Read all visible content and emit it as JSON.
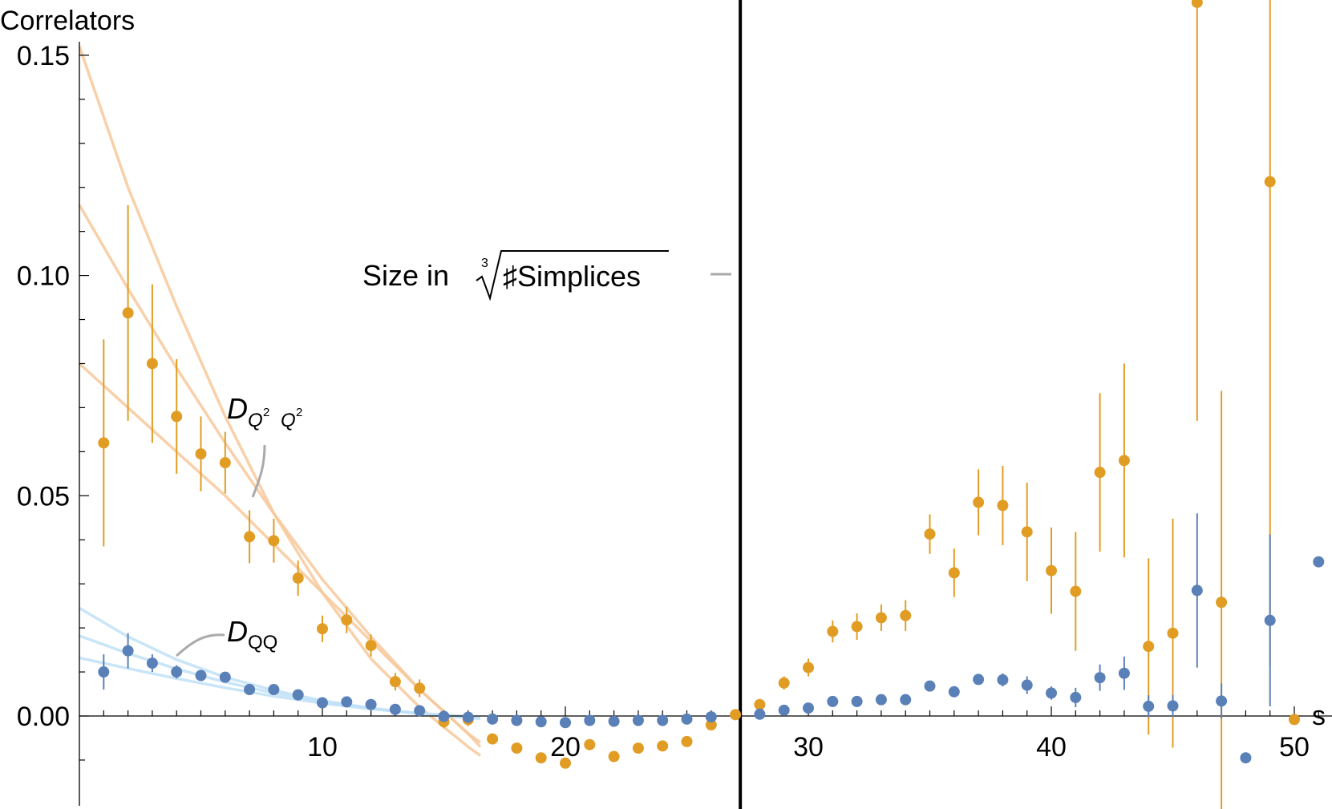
{
  "chart_data": {
    "type": "scatter",
    "ylabel": "Correlators",
    "xlabel": "s",
    "xlim": [
      0,
      51.5
    ],
    "ylim": [
      -0.02,
      0.163
    ],
    "x_ticks": [
      10,
      20,
      30,
      40,
      50
    ],
    "x_tick_labels": [
      "10",
      "20",
      "30",
      "40",
      "50"
    ],
    "y_ticks": [
      0.0,
      0.05,
      0.1,
      0.15
    ],
    "y_tick_labels": [
      "0.00",
      "0.05",
      "0.10",
      "0.15"
    ],
    "grid": false,
    "legend": "none",
    "vertical_line_x": 27.2,
    "annotation_size": {
      "prefix": "Size in",
      "radical_index": "3",
      "radicand": "♯Simplices"
    },
    "label_dqq": {
      "main": "D",
      "sub": "QQ"
    },
    "label_dq2q2": {
      "main": "D",
      "sub1": "Q",
      "sup1": "2",
      "sub2": "Q",
      "sup2": "2"
    },
    "series": [
      {
        "color": "#e19c24",
        "points": [
          {
            "x": 1,
            "y": 0.062,
            "err": 0.0235
          },
          {
            "x": 2,
            "y": 0.0915,
            "err": 0.0245
          },
          {
            "x": 3,
            "y": 0.08,
            "err": 0.018
          },
          {
            "x": 4,
            "y": 0.068,
            "err": 0.013
          },
          {
            "x": 5,
            "y": 0.0595,
            "err": 0.0085
          },
          {
            "x": 6,
            "y": 0.0575,
            "err": 0.007
          },
          {
            "x": 7,
            "y": 0.0407,
            "err": 0.006
          },
          {
            "x": 8,
            "y": 0.0398,
            "err": 0.005
          },
          {
            "x": 9,
            "y": 0.0313,
            "err": 0.004
          },
          {
            "x": 10,
            "y": 0.0198,
            "err": 0.003
          },
          {
            "x": 11,
            "y": 0.0218,
            "err": 0.003
          },
          {
            "x": 12,
            "y": 0.016,
            "err": 0.0025
          },
          {
            "x": 13,
            "y": 0.0078,
            "err": 0.002
          },
          {
            "x": 14,
            "y": 0.0063,
            "err": 0.002
          },
          {
            "x": 15,
            "y": -0.0013,
            "err": 0.0015
          },
          {
            "x": 16,
            "y": -0.0008,
            "err": 0.0015
          },
          {
            "x": 17,
            "y": -0.0052,
            "err": 0.001
          },
          {
            "x": 18,
            "y": -0.0073,
            "err": 0.001
          },
          {
            "x": 19,
            "y": -0.0095,
            "err": 0.001
          },
          {
            "x": 20,
            "y": -0.0107,
            "err": 0.001
          },
          {
            "x": 21,
            "y": -0.0065,
            "err": 0.001
          },
          {
            "x": 22,
            "y": -0.0092,
            "err": 0.001
          },
          {
            "x": 23,
            "y": -0.0073,
            "err": 0.001
          },
          {
            "x": 24,
            "y": -0.0068,
            "err": 0.001
          },
          {
            "x": 25,
            "y": -0.0058,
            "err": 0.001
          },
          {
            "x": 26,
            "y": -0.002,
            "err": 0.001
          },
          {
            "x": 27,
            "y": 0.0003,
            "err": 0.001
          },
          {
            "x": 28,
            "y": 0.0026,
            "err": 0.001
          },
          {
            "x": 29,
            "y": 0.0075,
            "err": 0.0015
          },
          {
            "x": 30,
            "y": 0.011,
            "err": 0.002
          },
          {
            "x": 31,
            "y": 0.0192,
            "err": 0.0025
          },
          {
            "x": 32,
            "y": 0.0203,
            "err": 0.003
          },
          {
            "x": 33,
            "y": 0.0223,
            "err": 0.003
          },
          {
            "x": 34,
            "y": 0.0228,
            "err": 0.0035
          },
          {
            "x": 35,
            "y": 0.0413,
            "err": 0.0045
          },
          {
            "x": 36,
            "y": 0.0325,
            "err": 0.0055
          },
          {
            "x": 37,
            "y": 0.0485,
            "err": 0.0075
          },
          {
            "x": 38,
            "y": 0.0478,
            "err": 0.009
          },
          {
            "x": 39,
            "y": 0.0418,
            "err": 0.0112
          },
          {
            "x": 40,
            "y": 0.033,
            "err": 0.0098
          },
          {
            "x": 41,
            "y": 0.0283,
            "err": 0.0135
          },
          {
            "x": 42,
            "y": 0.0553,
            "err": 0.018
          },
          {
            "x": 43,
            "y": 0.058,
            "err": 0.022
          },
          {
            "x": 44,
            "y": 0.0158,
            "err": 0.02
          },
          {
            "x": 45,
            "y": 0.0188,
            "err": 0.026
          },
          {
            "x": 46,
            "y": 0.162,
            "err": 0.095
          },
          {
            "x": 47,
            "y": 0.0258,
            "err": 0.048
          },
          {
            "x": 49,
            "y": 0.1213,
            "err": 0.11
          },
          {
            "x": 50,
            "y": -0.0008,
            "err": 0.001
          }
        ]
      },
      {
        "color": "#5a80b8",
        "points": [
          {
            "x": 1,
            "y": 0.01,
            "err": 0.004
          },
          {
            "x": 2,
            "y": 0.0148,
            "err": 0.004
          },
          {
            "x": 3,
            "y": 0.012,
            "err": 0.002
          },
          {
            "x": 4,
            "y": 0.01,
            "err": 0.0015
          },
          {
            "x": 5,
            "y": 0.0092,
            "err": 0.001
          },
          {
            "x": 6,
            "y": 0.0088,
            "err": 0.001
          },
          {
            "x": 7,
            "y": 0.006,
            "err": 0.0008
          },
          {
            "x": 8,
            "y": 0.006,
            "err": 0.0008
          },
          {
            "x": 9,
            "y": 0.0048,
            "err": 0.0006
          },
          {
            "x": 10,
            "y": 0.003,
            "err": 0.0005
          },
          {
            "x": 11,
            "y": 0.0032,
            "err": 0.0005
          },
          {
            "x": 12,
            "y": 0.0026,
            "err": 0.0004
          },
          {
            "x": 13,
            "y": 0.0015,
            "err": 0.0003
          },
          {
            "x": 14,
            "y": 0.0012,
            "err": 0.0003
          },
          {
            "x": 15,
            "y": -0.0001,
            "err": 0.0002
          },
          {
            "x": 16,
            "y": -0.0003,
            "err": 0.0002
          },
          {
            "x": 17,
            "y": -0.0007,
            "err": 0.0002
          },
          {
            "x": 18,
            "y": -0.001,
            "err": 0.0002
          },
          {
            "x": 19,
            "y": -0.0013,
            "err": 0.0002
          },
          {
            "x": 20,
            "y": -0.0015,
            "err": 0.0002
          },
          {
            "x": 21,
            "y": -0.001,
            "err": 0.0002
          },
          {
            "x": 22,
            "y": -0.0012,
            "err": 0.0002
          },
          {
            "x": 23,
            "y": -0.001,
            "err": 0.0002
          },
          {
            "x": 24,
            "y": -0.001,
            "err": 0.0002
          },
          {
            "x": 25,
            "y": -0.0007,
            "err": 0.0002
          },
          {
            "x": 26,
            "y": -0.0002,
            "err": 0.0002
          },
          {
            "x": 28,
            "y": 0.0004,
            "err": 0.0002
          },
          {
            "x": 29,
            "y": 0.0013,
            "err": 0.0003
          },
          {
            "x": 30,
            "y": 0.0018,
            "err": 0.0004
          },
          {
            "x": 31,
            "y": 0.0033,
            "err": 0.0005
          },
          {
            "x": 32,
            "y": 0.0033,
            "err": 0.0005
          },
          {
            "x": 33,
            "y": 0.0037,
            "err": 0.0006
          },
          {
            "x": 34,
            "y": 0.0037,
            "err": 0.0007
          },
          {
            "x": 35,
            "y": 0.0068,
            "err": 0.0008
          },
          {
            "x": 36,
            "y": 0.0055,
            "err": 0.0009
          },
          {
            "x": 37,
            "y": 0.0083,
            "err": 0.0012
          },
          {
            "x": 38,
            "y": 0.0082,
            "err": 0.0015
          },
          {
            "x": 39,
            "y": 0.007,
            "err": 0.002
          },
          {
            "x": 40,
            "y": 0.0052,
            "err": 0.0015
          },
          {
            "x": 41,
            "y": 0.0042,
            "err": 0.0022
          },
          {
            "x": 42,
            "y": 0.0087,
            "err": 0.003
          },
          {
            "x": 43,
            "y": 0.0097,
            "err": 0.0038
          },
          {
            "x": 44,
            "y": 0.0022,
            "err": 0.0025
          },
          {
            "x": 45,
            "y": 0.0023,
            "err": 0.0025
          },
          {
            "x": 46,
            "y": 0.0285,
            "err": 0.0175
          },
          {
            "x": 47,
            "y": 0.0034,
            "err": 0.004
          },
          {
            "x": 48,
            "y": -0.0095,
            "err": 0.0
          },
          {
            "x": 49,
            "y": 0.0217,
            "err": 0.0195
          },
          {
            "x": 51,
            "y": 0.035,
            "err": 0.0
          }
        ]
      }
    ],
    "fit_curves": [
      {
        "color": "#f7c89a",
        "x_start": 0,
        "x_end": 16.5,
        "points": [
          [
            0,
            0.152
          ],
          [
            2,
            0.12
          ],
          [
            4,
            0.093
          ],
          [
            6,
            0.068
          ],
          [
            8,
            0.046
          ],
          [
            10,
            0.028
          ],
          [
            12,
            0.013
          ],
          [
            14,
            0.002
          ],
          [
            16,
            -0.007
          ],
          [
            16.5,
            -0.009
          ]
        ]
      },
      {
        "color": "#f7c89a",
        "x_start": 0,
        "x_end": 16.5,
        "points": [
          [
            0,
            0.116
          ],
          [
            2,
            0.097
          ],
          [
            4,
            0.079
          ],
          [
            6,
            0.062
          ],
          [
            8,
            0.046
          ],
          [
            10,
            0.031
          ],
          [
            12,
            0.018
          ],
          [
            14,
            0.006
          ],
          [
            16,
            -0.004
          ],
          [
            16.5,
            -0.006
          ]
        ]
      },
      {
        "color": "#f7c89a",
        "x_start": 0,
        "x_end": 16.5,
        "points": [
          [
            0,
            0.08
          ],
          [
            2,
            0.07
          ],
          [
            4,
            0.06
          ],
          [
            6,
            0.05
          ],
          [
            8,
            0.039
          ],
          [
            10,
            0.028
          ],
          [
            12,
            0.017
          ],
          [
            14,
            0.006
          ],
          [
            16,
            -0.004
          ],
          [
            16.5,
            -0.007
          ]
        ]
      },
      {
        "color": "#bfe0f7",
        "x_start": 0,
        "x_end": 16.5,
        "points": [
          [
            0,
            0.0245
          ],
          [
            2,
            0.018
          ],
          [
            4,
            0.0128
          ],
          [
            6,
            0.0088
          ],
          [
            8,
            0.0058
          ],
          [
            10,
            0.0035
          ],
          [
            12,
            0.0018
          ],
          [
            14,
            0.0005
          ],
          [
            16,
            -0.0004
          ],
          [
            16.5,
            -0.0006
          ]
        ]
      },
      {
        "color": "#bfe0f7",
        "x_start": 0,
        "x_end": 16.5,
        "points": [
          [
            0,
            0.0182
          ],
          [
            2,
            0.0142
          ],
          [
            4,
            0.0107
          ],
          [
            6,
            0.0077
          ],
          [
            8,
            0.0052
          ],
          [
            10,
            0.0032
          ],
          [
            12,
            0.0017
          ],
          [
            14,
            0.0006
          ],
          [
            16,
            -0.0002
          ],
          [
            16.5,
            -0.0004
          ]
        ]
      },
      {
        "color": "#bfe0f7",
        "x_start": 0,
        "x_end": 16.5,
        "points": [
          [
            0,
            0.0132
          ],
          [
            2,
            0.0108
          ],
          [
            4,
            0.0085
          ],
          [
            6,
            0.0064
          ],
          [
            8,
            0.0045
          ],
          [
            10,
            0.0029
          ],
          [
            12,
            0.0016
          ],
          [
            14,
            0.0006
          ],
          [
            16,
            -0.0001
          ],
          [
            16.5,
            -0.0003
          ]
        ]
      }
    ]
  }
}
